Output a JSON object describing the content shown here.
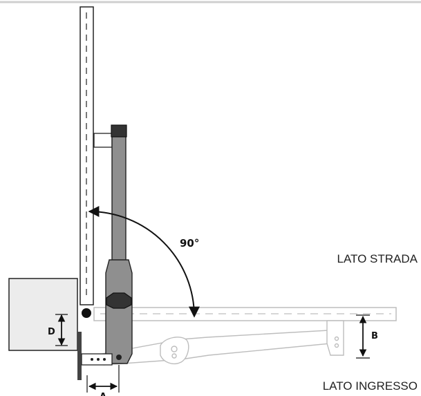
{
  "diagram": {
    "angle_label": "90°",
    "side_labels": {
      "street": "LATO STRADA",
      "entrance": "LATO INGRESSO"
    },
    "dimensions": {
      "a": "A",
      "b": "B",
      "d": "D"
    }
  },
  "colors": {
    "actuator": "#8f8f8f",
    "actuator_head": "#333333",
    "outline": "#222222",
    "faint": "#bdbdbd",
    "top_rule": "#cfcfcf"
  }
}
